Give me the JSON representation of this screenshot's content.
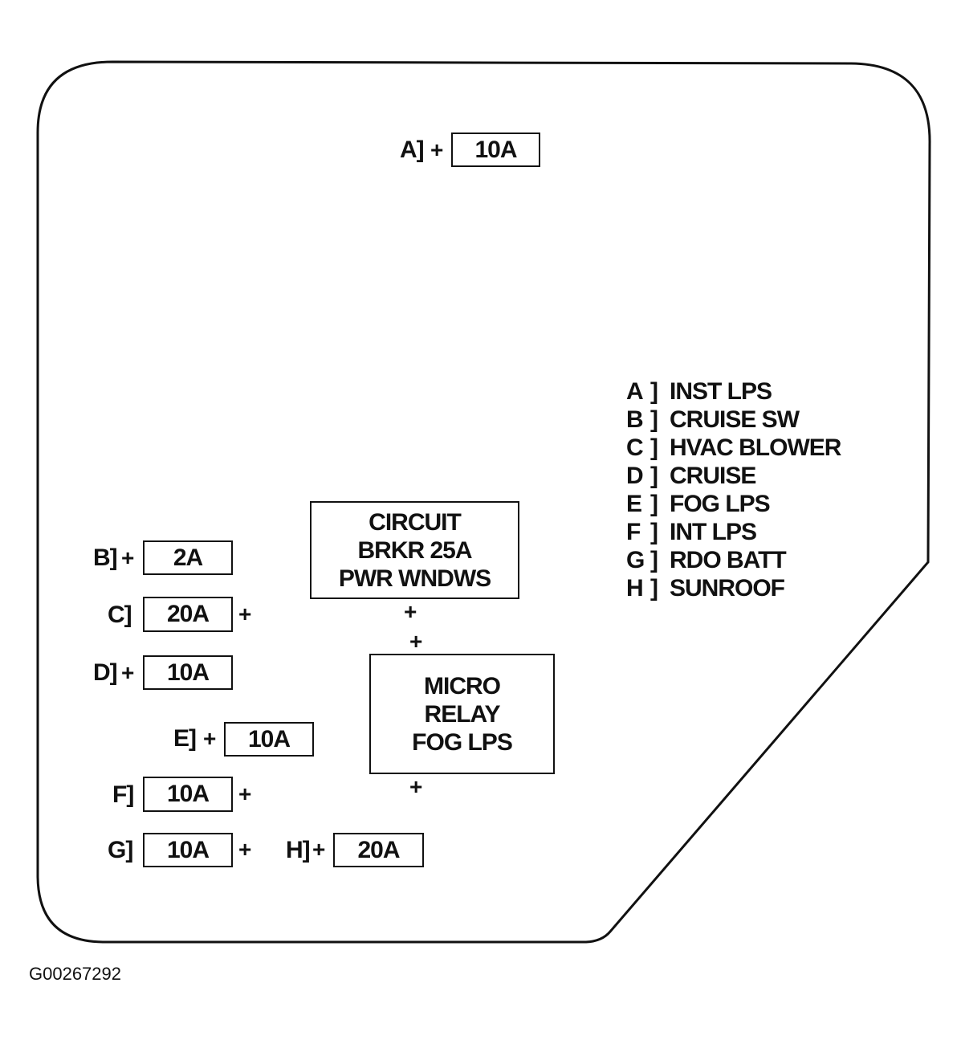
{
  "fuses": [
    {
      "letter": "A",
      "prefix": "A]",
      "rating": "10A",
      "plus": "+"
    },
    {
      "letter": "B",
      "prefix": "B]",
      "rating": "2A",
      "plus": "+"
    },
    {
      "letter": "C",
      "prefix": "C]",
      "rating": "20A",
      "plus": "+"
    },
    {
      "letter": "D",
      "prefix": "D]",
      "rating": "10A",
      "plus": "+"
    },
    {
      "letter": "E",
      "prefix": "E]",
      "rating": "10A",
      "plus": "+"
    },
    {
      "letter": "F",
      "prefix": "F]",
      "rating": "10A",
      "plus": "+"
    },
    {
      "letter": "G",
      "prefix": "G]",
      "rating": "10A",
      "plus": "+"
    },
    {
      "letter": "H",
      "prefix": "H]",
      "rating": "20A",
      "plus": "+"
    }
  ],
  "circuit_breaker": {
    "lines": [
      "CIRCUIT",
      "BRKR 25A",
      "PWR WNDWS"
    ],
    "plus": "+"
  },
  "micro_relay": {
    "lines": [
      "MICRO",
      "RELAY",
      "FOG LPS"
    ],
    "plus_top": "+",
    "plus_bottom": "+"
  },
  "legend": {
    "bracket": "]",
    "items": [
      {
        "letter": "A",
        "label": "INST LPS"
      },
      {
        "letter": "B",
        "label": "CRUISE SW"
      },
      {
        "letter": "C",
        "label": "HVAC BLOWER"
      },
      {
        "letter": "D",
        "label": "CRUISE"
      },
      {
        "letter": "E",
        "label": "FOG LPS"
      },
      {
        "letter": "F",
        "label": "INT LPS"
      },
      {
        "letter": "G",
        "label": "RDO BATT"
      },
      {
        "letter": "H",
        "label": "SUNROOF"
      }
    ]
  },
  "figure_id": "G00267292"
}
